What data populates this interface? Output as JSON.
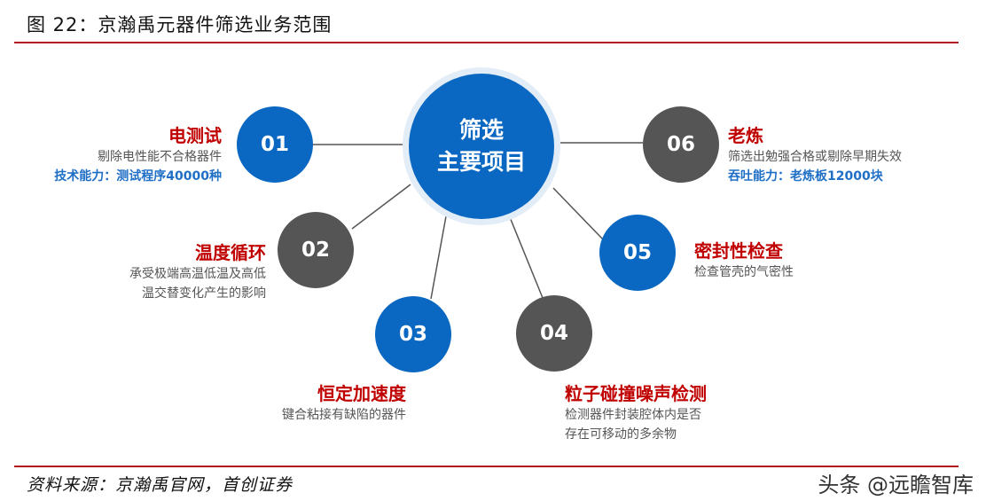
{
  "figure_title": "图 22：京瀚禹元器件筛选业务范围",
  "center": {
    "line1": "筛选",
    "line2": "主要项目"
  },
  "items": [
    {
      "num": "01",
      "title": "电测试",
      "desc": [
        "剔除电性能不合格器件"
      ],
      "capability": "技术能力：测试程序40000种"
    },
    {
      "num": "02",
      "title": "温度循环",
      "desc": [
        "承受极端高温低温及高低",
        "温交替变化产生的影响"
      ]
    },
    {
      "num": "03",
      "title": "恒定加速度",
      "desc": [
        "键合粘接有缺陷的器件"
      ]
    },
    {
      "num": "04",
      "title": "粒子碰撞噪声检测",
      "desc": [
        "检测器件封装腔体内是否",
        "存在可移动的多余物"
      ]
    },
    {
      "num": "05",
      "title": "密封性检查",
      "desc": [
        "检查管壳的气密性"
      ]
    },
    {
      "num": "06",
      "title": "老炼",
      "desc": [
        "筛选出勉强合格或剔除早期失效"
      ],
      "capability": "吞吐能力：老炼板12000块"
    }
  ],
  "source": "资料来源：京瀚禹官网，首创证券",
  "watermark": "头条 @远瞻智库",
  "colors": {
    "blue": "#0a68c2",
    "gray": "#555555",
    "red": "#c00000",
    "rule": "#b0141d",
    "capability_blue": "#1f6fc6"
  }
}
